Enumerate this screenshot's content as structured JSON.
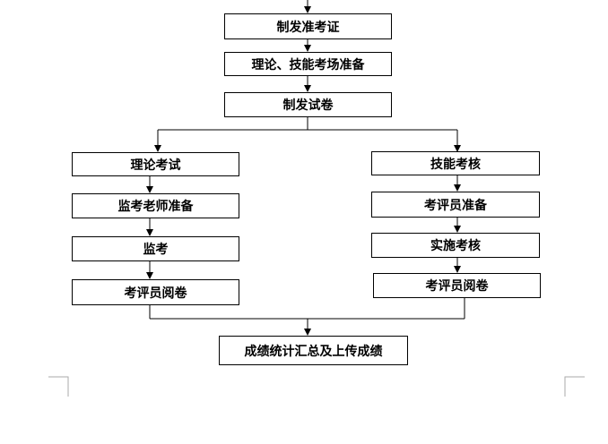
{
  "flowchart": {
    "top": [
      {
        "id": "n1",
        "label": "制发准考证"
      },
      {
        "id": "n2",
        "label": "理论、技能考场准备"
      },
      {
        "id": "n3",
        "label": "制发试卷"
      }
    ],
    "left_branch": [
      {
        "id": "l1",
        "label": "理论考试"
      },
      {
        "id": "l2",
        "label": "监考老师准备"
      },
      {
        "id": "l3",
        "label": "监考"
      },
      {
        "id": "l4",
        "label": "考评员阅卷"
      }
    ],
    "right_branch": [
      {
        "id": "r1",
        "label": "技能考核"
      },
      {
        "id": "r2",
        "label": "考评员准备"
      },
      {
        "id": "r3",
        "label": "实施考核"
      },
      {
        "id": "r4",
        "label": "考评员阅卷"
      }
    ],
    "final": {
      "id": "f1",
      "label": "成绩统计汇总及上传成绩"
    }
  }
}
